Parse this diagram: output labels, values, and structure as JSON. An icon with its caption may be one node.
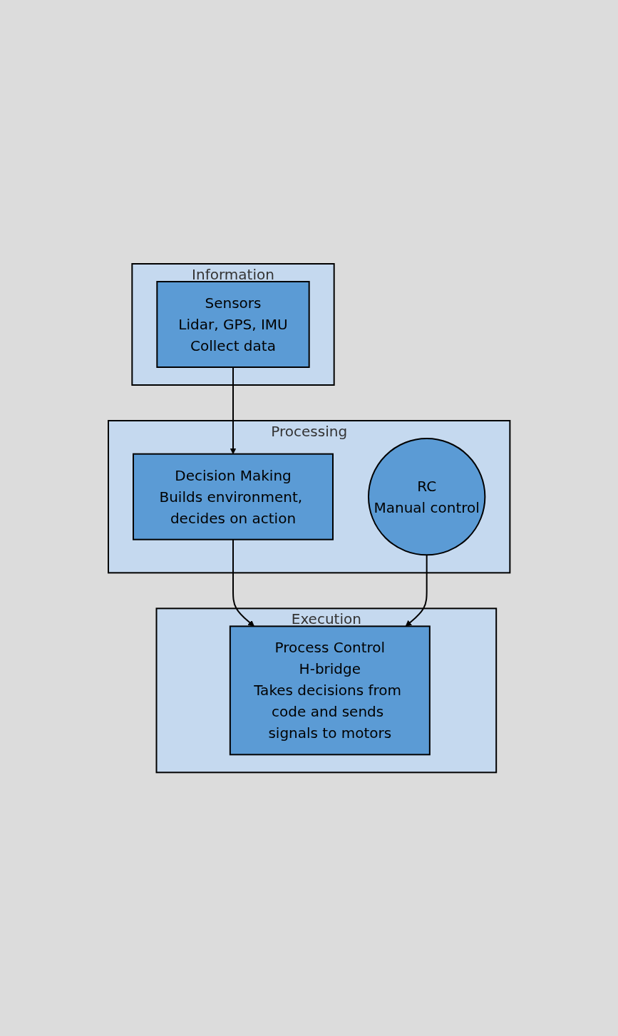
{
  "diagram": {
    "nodes": [
      {
        "text": [
          "Information"
        ]
      },
      {
        "text": [
          "Sensors",
          "Lidar, GPS, IMU",
          "Collect data"
        ],
        "in": 0
      },
      {
        "text": [
          "Processing"
        ]
      },
      {
        "text": [
          "Decision Making",
          "Builds environment, decides on action"
        ],
        "in": 2
      },
      {
        "text": [
          "RC",
          "Manual control"
        ],
        "in": 2
      },
      {
        "text": [
          "Execution"
        ]
      },
      {
        "text": [
          "Process Control",
          "H-bridge",
          "Takes decisions from code and sends signals to motors"
        ],
        "in": 5
      }
    ],
    "edges": [
      {
        "from": 1,
        "to": 3,
        "arrow": "to"
      },
      {
        "from": 3,
        "to": 6,
        "arrow": "to"
      },
      {
        "from": 4,
        "to": 6,
        "arrow": "to"
      }
    ]
  }
}
